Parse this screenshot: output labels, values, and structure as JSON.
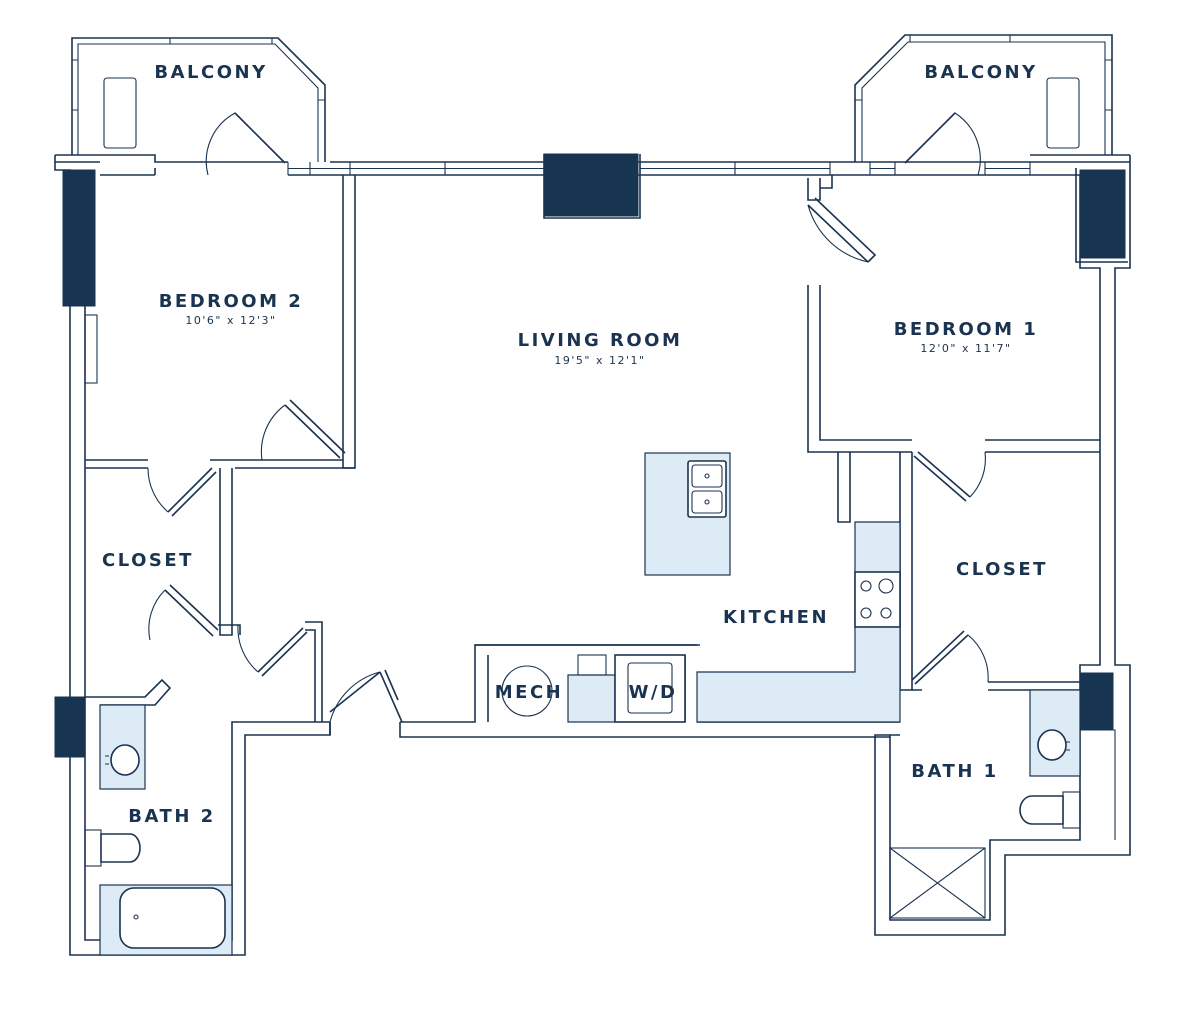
{
  "colors": {
    "line": "#1a3350",
    "fixture_fill": "#dcebf5",
    "solid_block": "#173450",
    "background": "#ffffff"
  },
  "rooms": {
    "balcony_left": {
      "name": "BALCONY"
    },
    "balcony_right": {
      "name": "BALCONY"
    },
    "bedroom_2": {
      "name": "BEDROOM 2",
      "dimensions": "10'6\" x 12'3\""
    },
    "living_room": {
      "name": "LIVING ROOM",
      "dimensions": "19'5\" x 12'1\""
    },
    "bedroom_1": {
      "name": "BEDROOM 1",
      "dimensions": "12'0\" x 11'7\""
    },
    "closet_left": {
      "name": "CLOSET"
    },
    "closet_right": {
      "name": "CLOSET"
    },
    "kitchen": {
      "name": "KITCHEN"
    },
    "mech": {
      "name": "MECH"
    },
    "wd": {
      "name": "W/D"
    },
    "bath_2": {
      "name": "BATH 2"
    },
    "bath_1": {
      "name": "BATH 1"
    }
  }
}
